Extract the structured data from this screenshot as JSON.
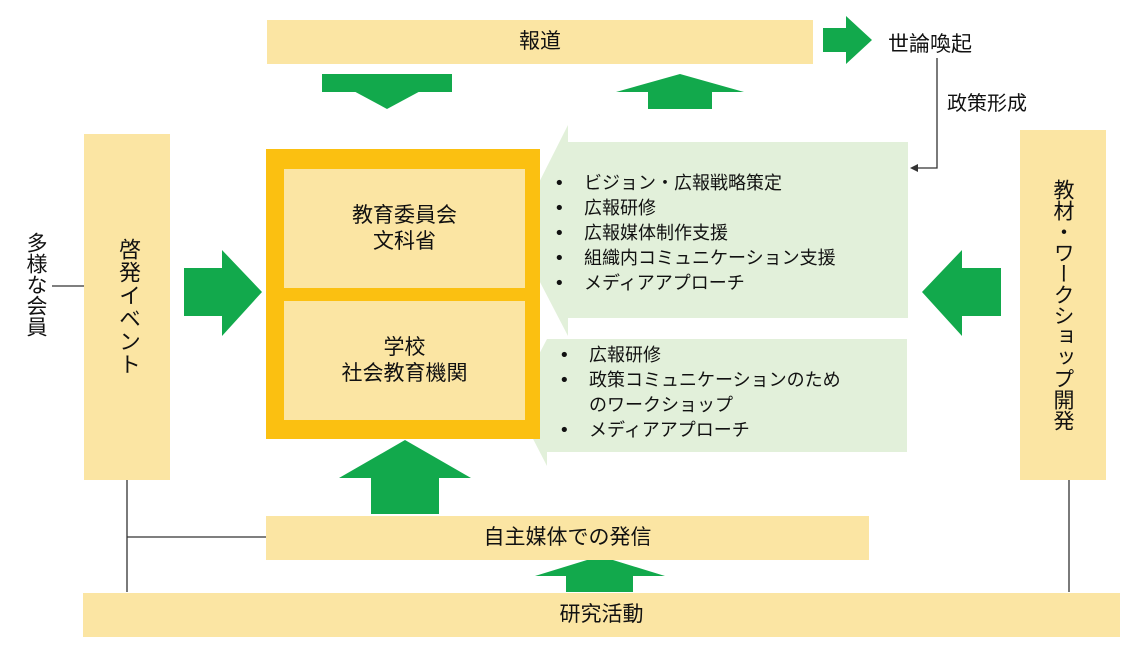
{
  "colors": {
    "beige": "#fbe5a3",
    "gold": "#fbc011",
    "green_arrow": "#12a94c",
    "pale_green": "#e2f0da",
    "line": "#333333"
  },
  "top": {
    "hodo": "報道",
    "seron": "世論喚起",
    "seisaku": "政策形成"
  },
  "left": {
    "event": "啓発イベント",
    "members": "多様な会員"
  },
  "right": {
    "workshop": "教材・ワークショップ開発"
  },
  "center": {
    "upper": [
      "教育委員会",
      "文科省"
    ],
    "lower": [
      "学校",
      "社会教育機関"
    ]
  },
  "support_upper": {
    "items": [
      "ビジョン・広報戦略策定",
      "広報研修",
      "広報媒体制作支援",
      "組織内コミュニケーション支援",
      "メディアアプローチ"
    ]
  },
  "support_lower": {
    "items": [
      "広報研修",
      "政策コミュニケーションのためのワークショップ",
      "メディアアプローチ"
    ]
  },
  "bottom": {
    "media": "自主媒体での発信",
    "research": "研究活動"
  }
}
